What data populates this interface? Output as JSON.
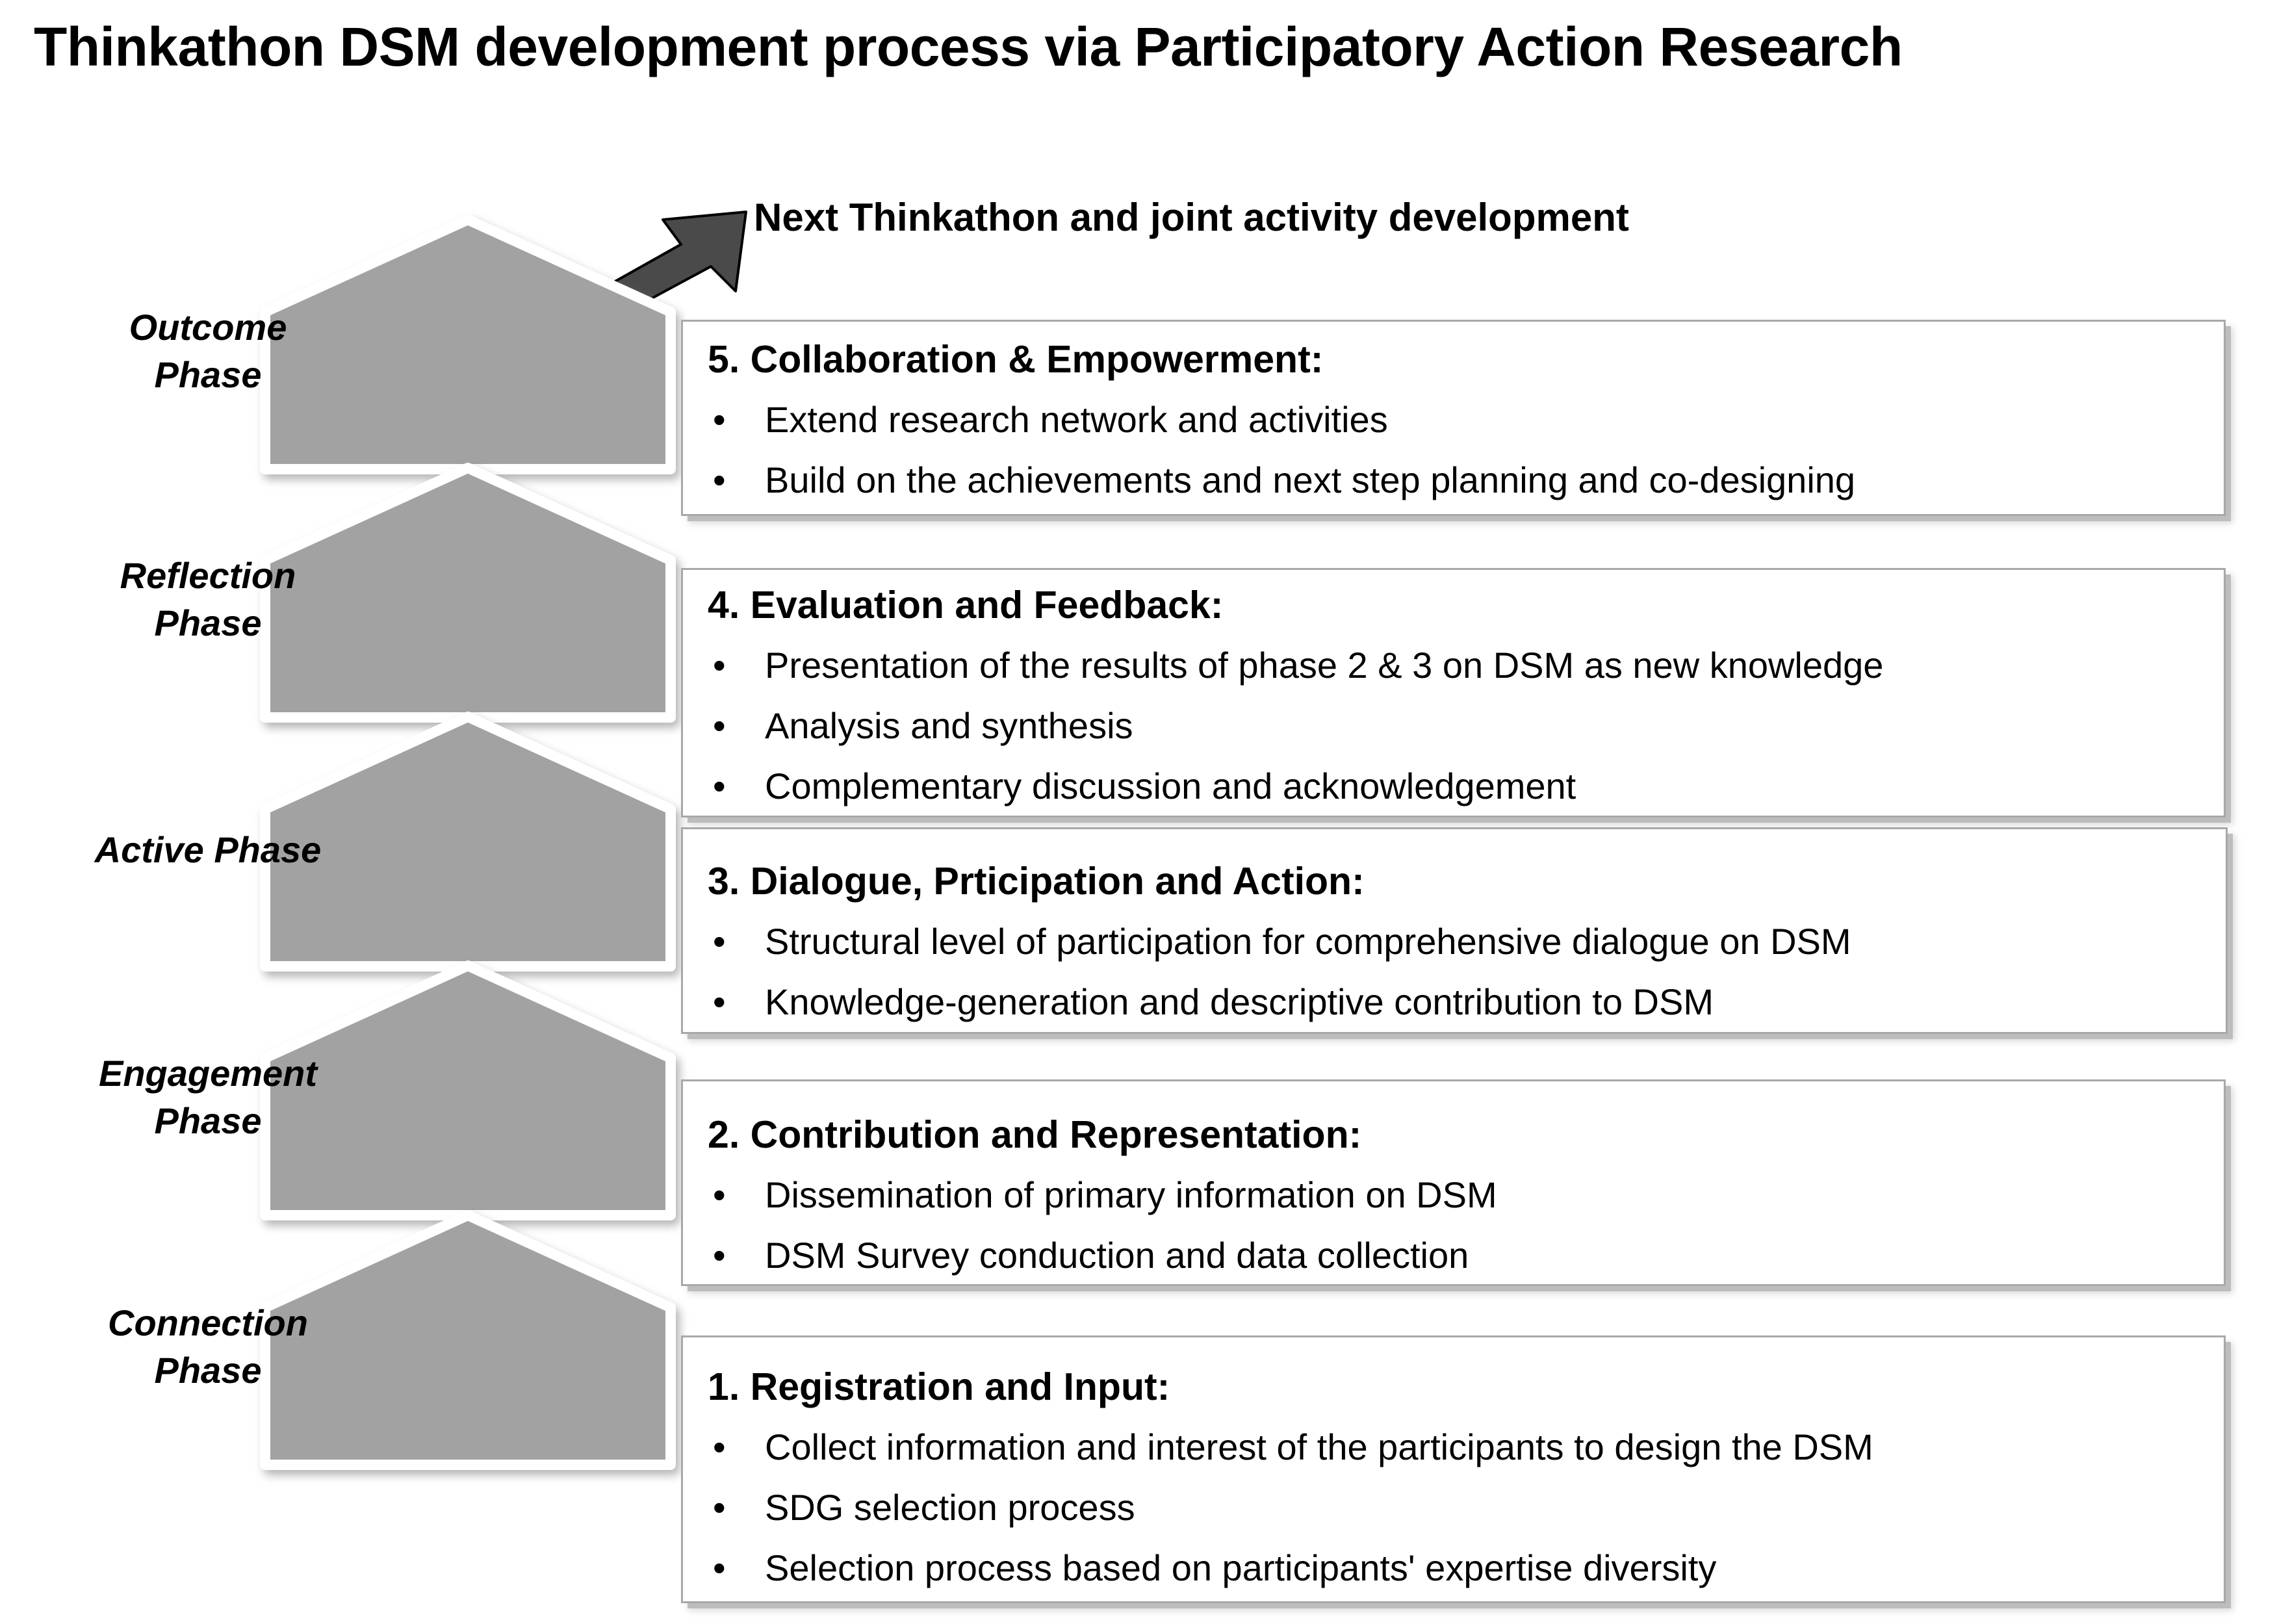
{
  "title": "Thinkathon DSM development process via Participatory Action Research",
  "annotation": {
    "arrow_label": "Next Thinkathon  and joint activity development",
    "arrow_icon": "arrow-up-right-icon"
  },
  "colors": {
    "phase_fill": "#a2a2a2",
    "phase_stroke": "#ffffff",
    "box_border": "#a8a8a8",
    "box_fill": "#ffffff",
    "arrow_fill": "#4a4a4a",
    "arrow_stroke": "#000000",
    "text": "#000000"
  },
  "phases": [
    {
      "id": "outcome",
      "label": "Outcome\nPhase"
    },
    {
      "id": "reflection",
      "label": "Reflection\nPhase"
    },
    {
      "id": "active",
      "label": "Active Phase"
    },
    {
      "id": "engagement",
      "label": "Engagement\nPhase"
    },
    {
      "id": "connection",
      "label": "Connection\nPhase"
    }
  ],
  "steps": [
    {
      "id": "step-5",
      "heading": "5. Collaboration  & Empowerment:",
      "bullets": [
        "Extend research  network and activities",
        "Build on the achievements and next step planning and co-designing"
      ]
    },
    {
      "id": "step-4",
      "heading": "4. Evaluation  and Feedback:",
      "bullets": [
        "Presentation of the results of phase 2 & 3 on DSM as new knowledge",
        "Analysis and synthesis",
        "Complementary discussion and acknowledgement"
      ]
    },
    {
      "id": "step-3",
      "heading": "3. Dialogue, Prticipation  and Action:",
      "bullets": [
        "Structural level of participation for comprehensive  dialogue on DSM",
        "Knowledge-generation  and descriptive  contribution to DSM"
      ]
    },
    {
      "id": "step-2",
      "heading": "2. Contribution  and Representation:",
      "bullets": [
        "Dissemination of primary information on DSM",
        "DSM Survey conduction and data collection"
      ]
    },
    {
      "id": "step-1",
      "heading": "1. Registration and Input:",
      "bullets": [
        "Collect information and interest of the participants to design the DSM",
        "SDG selection process",
        "Selection process based on participants' expertise diversity"
      ]
    }
  ],
  "bullet_glyph": "•"
}
